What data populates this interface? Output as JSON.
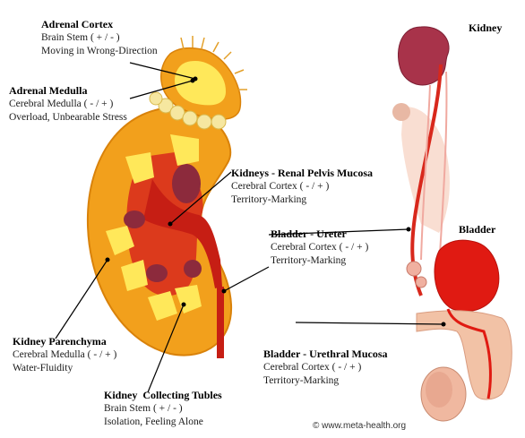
{
  "labels": {
    "adrenal_cortex": {
      "title": "Adrenal Cortex",
      "line1": "Brain Stem ( + / - )",
      "line2": "Moving in Wrong-Direction"
    },
    "adrenal_medulla": {
      "title": "Adrenal Medulla",
      "line1": "Cerebral Medulla ( - / + )",
      "line2": "Overload, Unbearable Stress"
    },
    "renal_pelvis": {
      "title": "Kidneys - Renal Pelvis Mucosa",
      "line1": "Cerebral Cortex ( - / + )",
      "line2": "Territory-Marking"
    },
    "ureter": {
      "title": "Bladder - Ureter",
      "line1": "Cerebral Cortex ( - / + )",
      "line2": "Territory-Marking"
    },
    "parenchyma": {
      "title": "Kidney Parenchyma",
      "line1": "Cerebral Medulla ( - / + )",
      "line2": "Water-Fluidity"
    },
    "urethral": {
      "title": "Bladder - Urethral Mucosa",
      "line1": "Cerebral Cortex ( - / + )",
      "line2": "Territory-Marking"
    },
    "collecting": {
      "title": "Kidney  Collecting Tubles",
      "line1": "Brain Stem ( + / - )",
      "line2": "Isolation, Feeling Alone"
    }
  },
  "organ_tags": {
    "kidney": "Kidney",
    "bladder": "Bladder"
  },
  "copyright": "© www.meta-health.org",
  "colors": {
    "cortex_orange": "#f2a01c",
    "adrenal_yellow": "#ffe85a",
    "pelvis_red": "#d8281c",
    "bladder_red": "#e01a12",
    "skin": "#f2c2a6",
    "kidney_purple": "#a8334a"
  }
}
